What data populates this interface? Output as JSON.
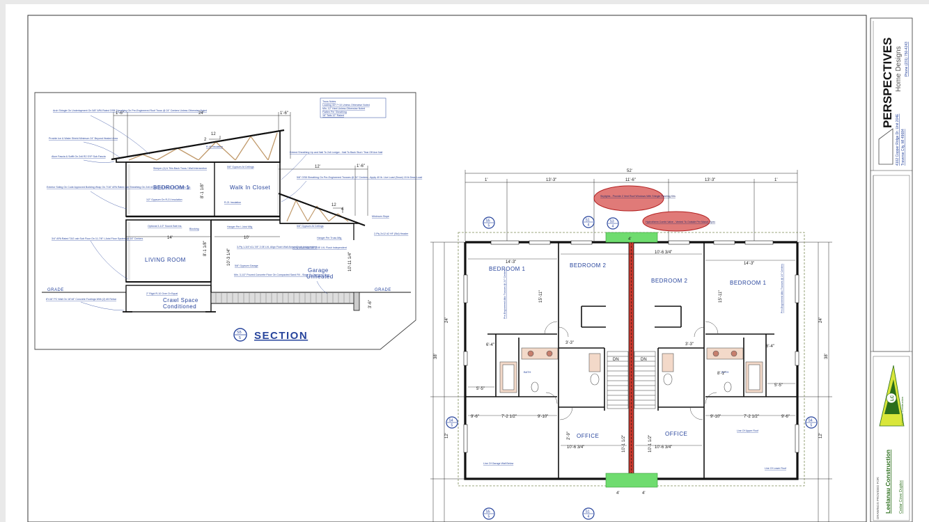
{
  "section": {
    "title": "SECTION",
    "callout_top": "S5",
    "callout_bottom": "5",
    "grade_left": "GRADE",
    "grade_right": "GRADE",
    "rooms": {
      "bedroom": "BEDROOM 1",
      "walk_in_closet": "Walk In Closet",
      "living_room": "LIVING ROOM",
      "garage_line1": "Garage",
      "garage_line2": "Unheated",
      "crawl_line1": "Crawl Space",
      "crawl_line2": "Conditioned"
    },
    "dims": {
      "top_left": "1'-6\"",
      "top_mid": "24'",
      "top_right": "1'-6\"",
      "right_span": "12'",
      "right_over": "1'-6\"",
      "floor_span": "14'",
      "garage_span": "10'",
      "h_bed": "8'-1 1/8\"",
      "h_liv": "8'-1 1/8\"",
      "h_mid": "10'-3 1/4\"",
      "h_garage": "10'-11 1/4\"",
      "h_crawl": "3'-6\""
    },
    "pitch_main": {
      "rise": "2",
      "run": "12"
    },
    "pitch_garage": {
      "rise": "4",
      "run": "12"
    },
    "truss_notes": [
      "Truss Notes",
      "Loading 40+7+10 Unless Otherwise Noted",
      "Min. 12\" Heel Unless Otherwise Noted",
      "Flatten Per Sheathing",
      "16\" Tails 12\" Raked"
    ],
    "notes_left": [
      "Arch Shingle On Underlayment On 5/8\" APA Rated OSB Sheathing On Pre-Engineered Roof Truss @ 24\" Centers Unless Otherwise Noted",
      "Provide Ice & Water Shield Minimum 24\" Beyond Heated Area",
      "Alum Fascia & Soffit On 2x6 R2 SYP Sub Fascia",
      "Exterior Siding On Code Approved Building Wrap On 7/16\" APA Rated osb Sheathing On 2x6 #2 spf Stud Wall @ 16\" Centers Typ.",
      "3/4\" APA Rated T&G osb Sub Floor On 11-7/8\" I-Joist Floor System @ 16\" Centers",
      "8\"x16\" PC Wall On 16\"x8\" Concrete Footings With (2) #5 Rebar"
    ],
    "notes_mid": [
      "R-49 Insulation",
      "Sleeper (4) & This Back Truss / Wall Intersection",
      "5/8\" Gypsum At Ceilings",
      "1/2\" Gypsum On R-21 Insulation",
      "R-21 Insulation",
      "Optional 3-1/2\" Sound Batt Ins.",
      "Blocking",
      "Hanger Per I-Joist Mfg.",
      "5/8\" Gypsum Garage",
      "Min. 3-1/2\" Poured Concrete Floor On Compacted Sand Fill - Slope To Overhead Door",
      "2\" Rigid R-10 Over Or Equal",
      "3-Ply 1-3/4\"x11-7/8\" 2.0E LVL Align Flush Wall Above Flush Independent",
      "2-Ply 1-3/4\"x11-7/8\" 2.0E LVL Flush Independent"
    ],
    "notes_right": [
      "Extend Sheathing Up and Nail To 2x6 Ledger - Nail To Back Stud / Tear Off Ace Nail",
      "5/8\" OSB Sheathing On Pre-Engineered Trusses @ 24\" Centers - Apply 40 lb. Live Load (Snow) 15 lb Dead Load",
      "Minimum Slope",
      "5/8\" Gypsum At Ceilings",
      "Hanger Per Truss Mfg.",
      "2-Ply 2x12 #2 HF (Std) Header"
    ]
  },
  "plan": {
    "rooms": {
      "bed1_left": "BEDROOM 1",
      "bed2_left": "BEDROOM 2",
      "bed2_right": "BEDROOM 2",
      "bed1_right": "BEDROOM 1",
      "office_left": "OFFICE",
      "office_right": "OFFICE",
      "bath": "BATH",
      "dn": "DN"
    },
    "dims_top": {
      "overall": "52'",
      "d1": "1'",
      "d2": "13'-3\"",
      "d3": "11'-6\"",
      "d4": "13'-3\"",
      "d5": "1'"
    },
    "dims_inner": {
      "bed_left_w": "14'-3\"",
      "bed_right_w": "14'-3\"",
      "mid_left_w": "10'-6 3/4\"",
      "mid_right_w": "10'-6 3/4\"",
      "bed_h": "15'-11\"",
      "side_h": "24'",
      "overall_h": "38'",
      "lower_h": "12'",
      "left_run": "9'-6\"",
      "right_run": "9'-6\"",
      "left_mid": "7'-2 1/2\"",
      "right_mid": "7'-2 1/2\"",
      "left_end": "9'-10\"",
      "right_end": "9'-10\"",
      "office_w": "10'-6 3/4\"",
      "hall_w": "3'-3\"",
      "closet_d": "6'-4\"",
      "bath_w": "5'-5\"",
      "wall_4": "4'",
      "stair_h": "10'-1 1/2\"",
      "bath_inner": "8'-1\"",
      "office_h": "2'-9\""
    },
    "callouts": [
      {
        "label": "S5",
        "sub": "5"
      },
      {
        "label": "S1",
        "sub": "4"
      },
      {
        "label": "S3",
        "sub": "4"
      },
      {
        "label": "S4",
        "sub": "5"
      },
      {
        "label": "S4",
        "sub": "5"
      },
      {
        "label": "S5",
        "sub": "5"
      },
      {
        "label": "S1",
        "sub": "4"
      }
    ],
    "cloud_notes": [
      "Skylights - Provide 2 Vent Roof Windows With Shingle Flashing Kits",
      "Hydrotherm Combi Valve - Vented To Outside Per Manuf. Spec"
    ],
    "side_notes": [
      "Pre-Engineered Attic Trusses @ 24\" Centers",
      "Pre-Engineered Attic Trusses @ 24\" Centers",
      "Line Of Garage Wall Below",
      "Line Of Upper Roof",
      "Line Of Lower Roof"
    ]
  },
  "title_block": {
    "brand": "PERSPECTIVES",
    "brand_sub": "Home Designs",
    "address_1": "4102 Copper Ridge Dr. Unit 204E",
    "address_2": "Traverse City, MI 49684",
    "phone": "Phone (231) 750-4243",
    "provided_for": "DRAWINGS PROVIDED FOR:",
    "client": "Leelanau Construction",
    "project": "Cedar Cove Duplex",
    "logo_letters": "LC",
    "logo_caption": "Leelanau Construction"
  },
  "colors": {
    "ink": "#27449c",
    "cloud": "#e07a78",
    "cloud_stroke": "#b21f1f",
    "green": "#6fdc6f",
    "wall": "#111111"
  }
}
